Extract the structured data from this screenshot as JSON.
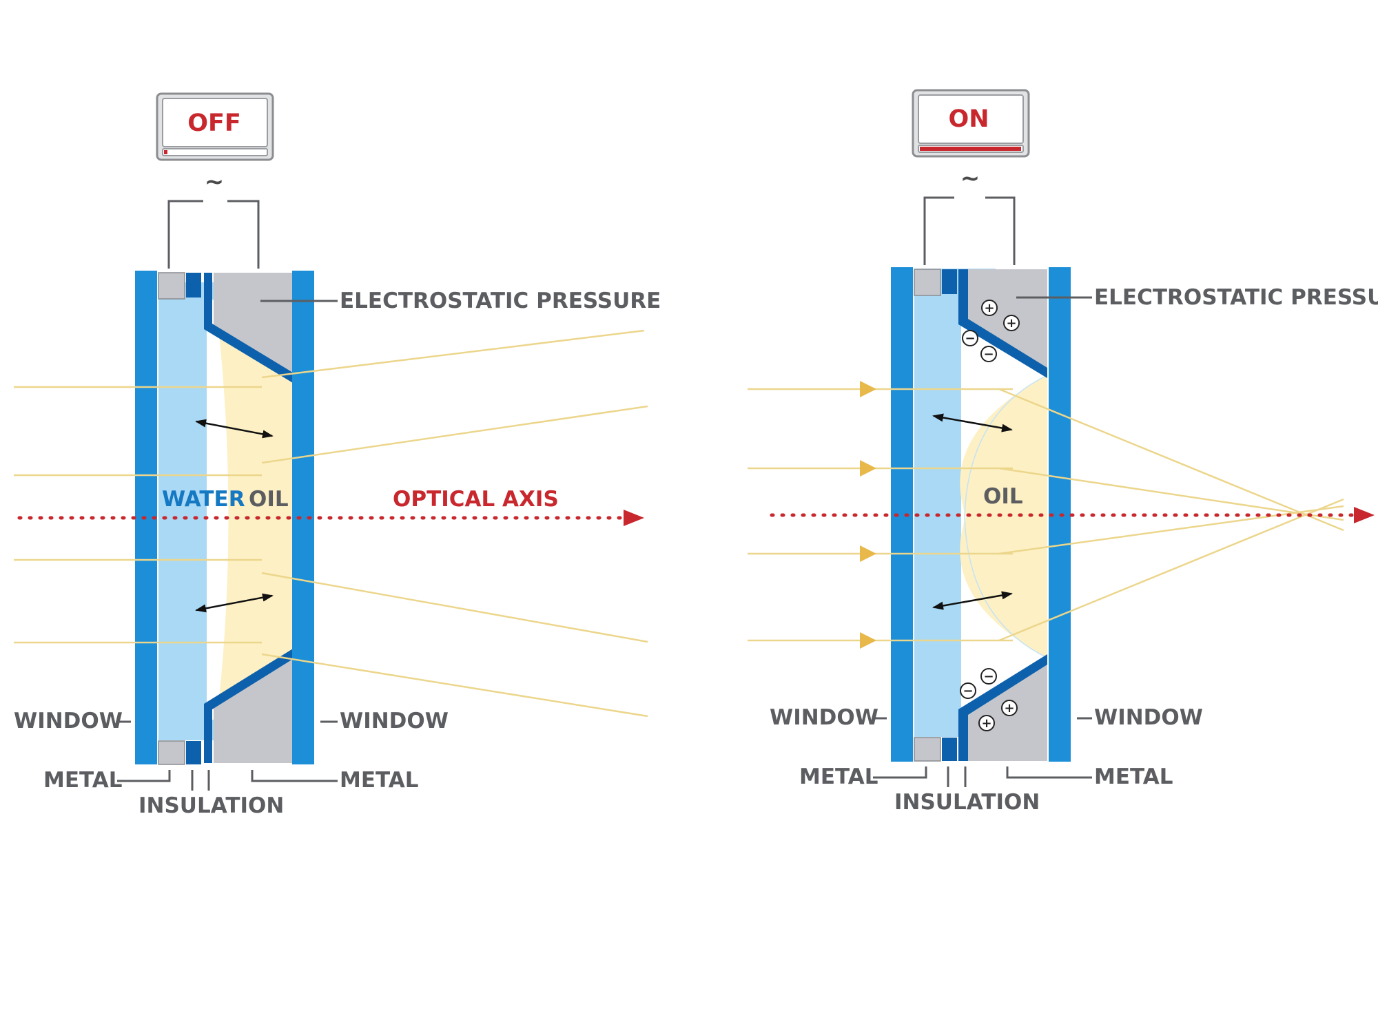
{
  "off_panel": {
    "switch_label": "OFF",
    "supply_symbol": "~",
    "labels": {
      "electrostatic_pressure": "ELECTROSTATIC PRESSURE",
      "water": "WATER",
      "oil": "OIL",
      "optical_axis": "OPTICAL AXIS",
      "window_left": "WINDOW",
      "window_right": "WINDOW",
      "metal_left": "METAL",
      "metal_right": "METAL",
      "insulation": "INSULATION"
    }
  },
  "on_panel": {
    "switch_label": "ON",
    "supply_symbol": "~",
    "labels": {
      "electrostatic_pressure": "ELECTROSTATIC PRESSURE",
      "oil": "OIL",
      "window_left": "WINDOW",
      "window_right": "WINDOW",
      "metal_left": "METAL",
      "metal_right": "METAL",
      "insulation": "INSULATION"
    },
    "charges": {
      "plus": "+",
      "minus": "−"
    }
  },
  "colors": {
    "window_blue": "#1d8fd8",
    "water_blue": "#a9d9f5",
    "oil_yellow": "#fdf0c4",
    "metal_gray": "#c5c6cb",
    "insulation_blue": "#0d61ac",
    "axis_red": "#c8272d",
    "ray_yellow": "#ecd68c",
    "label_gray": "#5b5d60"
  }
}
